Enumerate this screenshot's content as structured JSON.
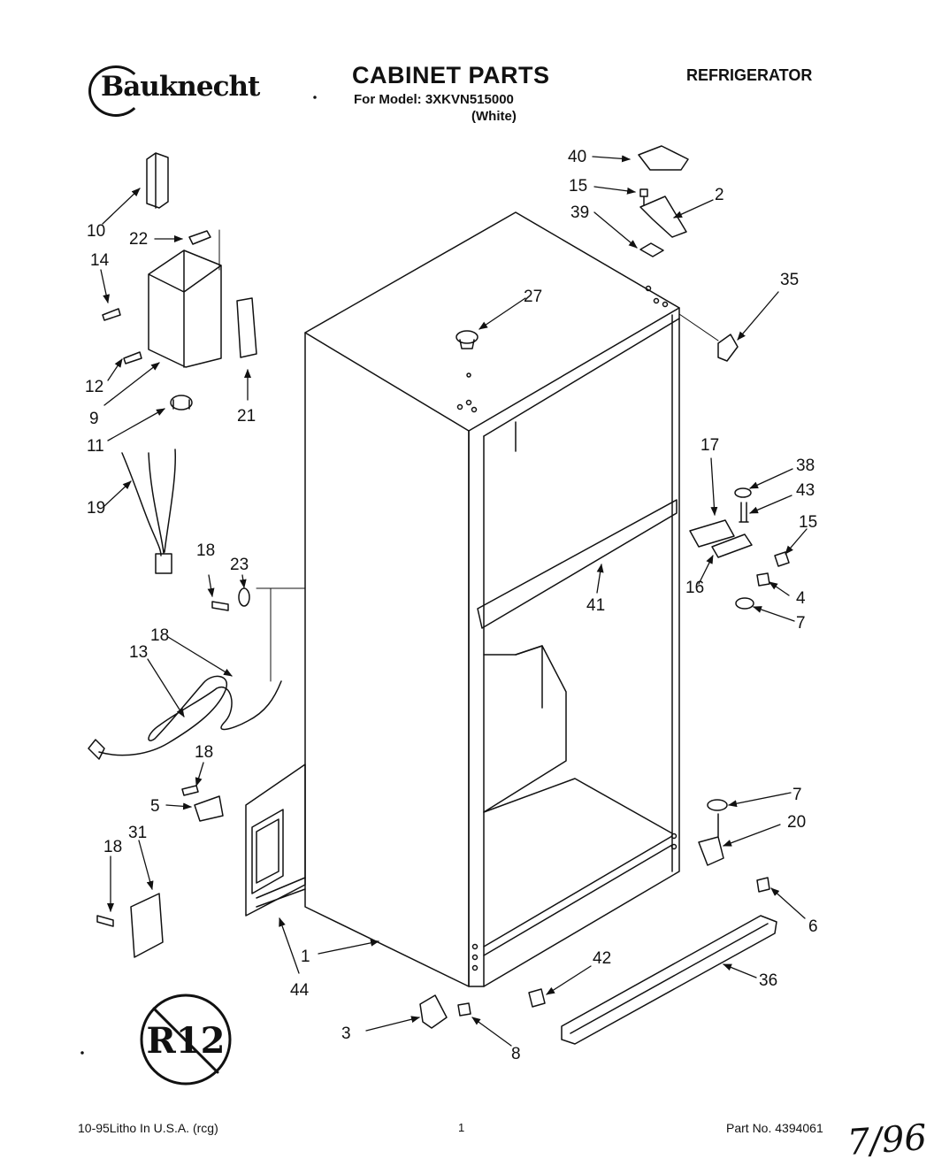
{
  "header": {
    "brand": "Bauknecht",
    "title": "CABINET PARTS",
    "model_line": "For Model: 3XKVN515000",
    "variant": "(White)",
    "category": "REFRIGERATOR"
  },
  "callouts": [
    {
      "id": "c40",
      "label": "40"
    },
    {
      "id": "c15a",
      "label": "15"
    },
    {
      "id": "c2",
      "label": "2"
    },
    {
      "id": "c39",
      "label": "39"
    },
    {
      "id": "c35",
      "label": "35"
    },
    {
      "id": "c27",
      "label": "27"
    },
    {
      "id": "c10",
      "label": "10"
    },
    {
      "id": "c22",
      "label": "22"
    },
    {
      "id": "c14",
      "label": "14"
    },
    {
      "id": "c12",
      "label": "12"
    },
    {
      "id": "c9",
      "label": "9"
    },
    {
      "id": "c21",
      "label": "21"
    },
    {
      "id": "c11",
      "label": "11"
    },
    {
      "id": "c19",
      "label": "19"
    },
    {
      "id": "c18a",
      "label": "18"
    },
    {
      "id": "c23",
      "label": "23"
    },
    {
      "id": "c18b",
      "label": "18"
    },
    {
      "id": "c13",
      "label": "13"
    },
    {
      "id": "c18c",
      "label": "18"
    },
    {
      "id": "c5",
      "label": "5"
    },
    {
      "id": "c31",
      "label": "31"
    },
    {
      "id": "c18d",
      "label": "18"
    },
    {
      "id": "c17",
      "label": "17"
    },
    {
      "id": "c38",
      "label": "38"
    },
    {
      "id": "c43",
      "label": "43"
    },
    {
      "id": "c15b",
      "label": "15"
    },
    {
      "id": "c16",
      "label": "16"
    },
    {
      "id": "c4",
      "label": "4"
    },
    {
      "id": "c41",
      "label": "41"
    },
    {
      "id": "c7a",
      "label": "7"
    },
    {
      "id": "c7b",
      "label": "7"
    },
    {
      "id": "c20",
      "label": "20"
    },
    {
      "id": "c6",
      "label": "6"
    },
    {
      "id": "c1",
      "label": "1"
    },
    {
      "id": "c44",
      "label": "44"
    },
    {
      "id": "c42",
      "label": "42"
    },
    {
      "id": "c36",
      "label": "36"
    },
    {
      "id": "c3",
      "label": "3"
    },
    {
      "id": "c8",
      "label": "8"
    }
  ],
  "badge": {
    "label": "R12"
  },
  "footer": {
    "print_info": "10-95Litho In U.S.A. (rcg)",
    "page": "1",
    "part_number": "Part No. 4394061",
    "handwritten_date": "7/96"
  }
}
